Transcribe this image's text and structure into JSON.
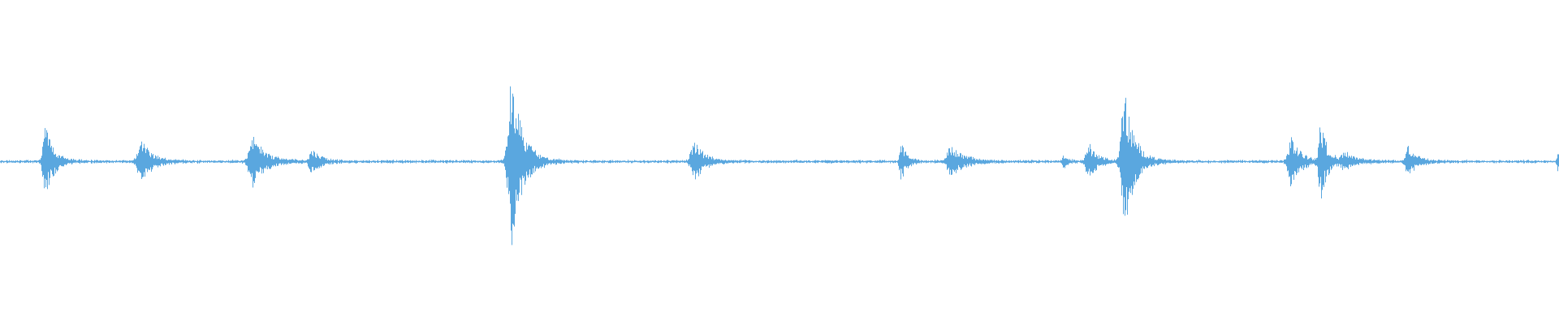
{
  "waveform": {
    "color": "#5aa7df",
    "background": "#ffffff",
    "baseline_amplitude": 0.012,
    "bursts": [
      {
        "t": 0.029,
        "amp": 0.22,
        "width": 0.006
      },
      {
        "t": 0.09,
        "amp": 0.14,
        "width": 0.008
      },
      {
        "t": 0.162,
        "amp": 0.16,
        "width": 0.009
      },
      {
        "t": 0.2,
        "amp": 0.08,
        "width": 0.006
      },
      {
        "t": 0.328,
        "amp": 0.52,
        "width": 0.008
      },
      {
        "t": 0.445,
        "amp": 0.14,
        "width": 0.007
      },
      {
        "t": 0.578,
        "amp": 0.12,
        "width": 0.004
      },
      {
        "t": 0.61,
        "amp": 0.1,
        "width": 0.009
      },
      {
        "t": 0.682,
        "amp": 0.04,
        "width": 0.003
      },
      {
        "t": 0.698,
        "amp": 0.12,
        "width": 0.006
      },
      {
        "t": 0.721,
        "amp": 0.45,
        "width": 0.007
      },
      {
        "t": 0.828,
        "amp": 0.15,
        "width": 0.007
      },
      {
        "t": 0.847,
        "amp": 0.24,
        "width": 0.005
      },
      {
        "t": 0.863,
        "amp": 0.05,
        "width": 0.008
      },
      {
        "t": 0.903,
        "amp": 0.1,
        "width": 0.006
      },
      {
        "t": 0.999,
        "amp": 0.06,
        "width": 0.002
      }
    ]
  }
}
